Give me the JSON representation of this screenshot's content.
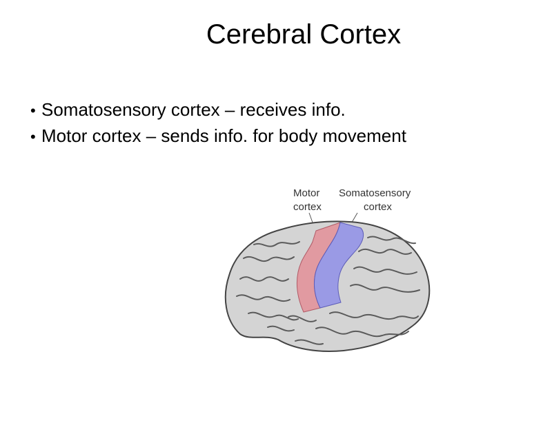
{
  "slide": {
    "title": "Cerebral Cortex",
    "bullet_symbol": "•",
    "bullets": [
      "Somatosensory cortex – receives info.",
      "Motor cortex – sends info. for body movement"
    ]
  },
  "figure": {
    "labels": {
      "motor_line1": "Motor",
      "motor_line2": "cortex",
      "somato_line1": "Somatosensory",
      "somato_line2": "cortex"
    },
    "colors": {
      "motor": "#e38f98",
      "somatosensory": "#8f8fe8",
      "brain": "#d4d4d4",
      "sulcus": "#5a5a5a"
    }
  }
}
